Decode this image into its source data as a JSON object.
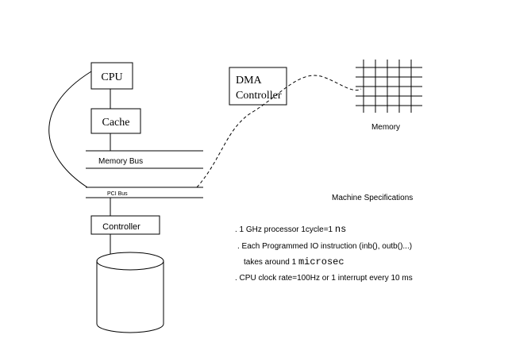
{
  "diagram": {
    "cpu_label": "CPU",
    "cache_label": "Cache",
    "memory_bus_label": "Memory Bus",
    "pci_bus_label": "PCI Bus",
    "controller_label": "Controller",
    "dma_label_line1": "DMA",
    "dma_label_line2": "Controller",
    "memory_label": "Memory"
  },
  "specs": {
    "title": "Machine Specifications",
    "line1_prefix": ". 1 GHz processor 1cycle=1 ",
    "line1_unit": "ns",
    "line2": ". Each Programmed IO instruction  (inb(), outb()...)",
    "line3_prefix": "takes around 1 ",
    "line3_unit": "microsec",
    "line4": ". CPU clock rate=100Hz or 1 interrupt every 10 ms"
  },
  "colors": {
    "stroke": "#000000",
    "background": "#ffffff"
  }
}
